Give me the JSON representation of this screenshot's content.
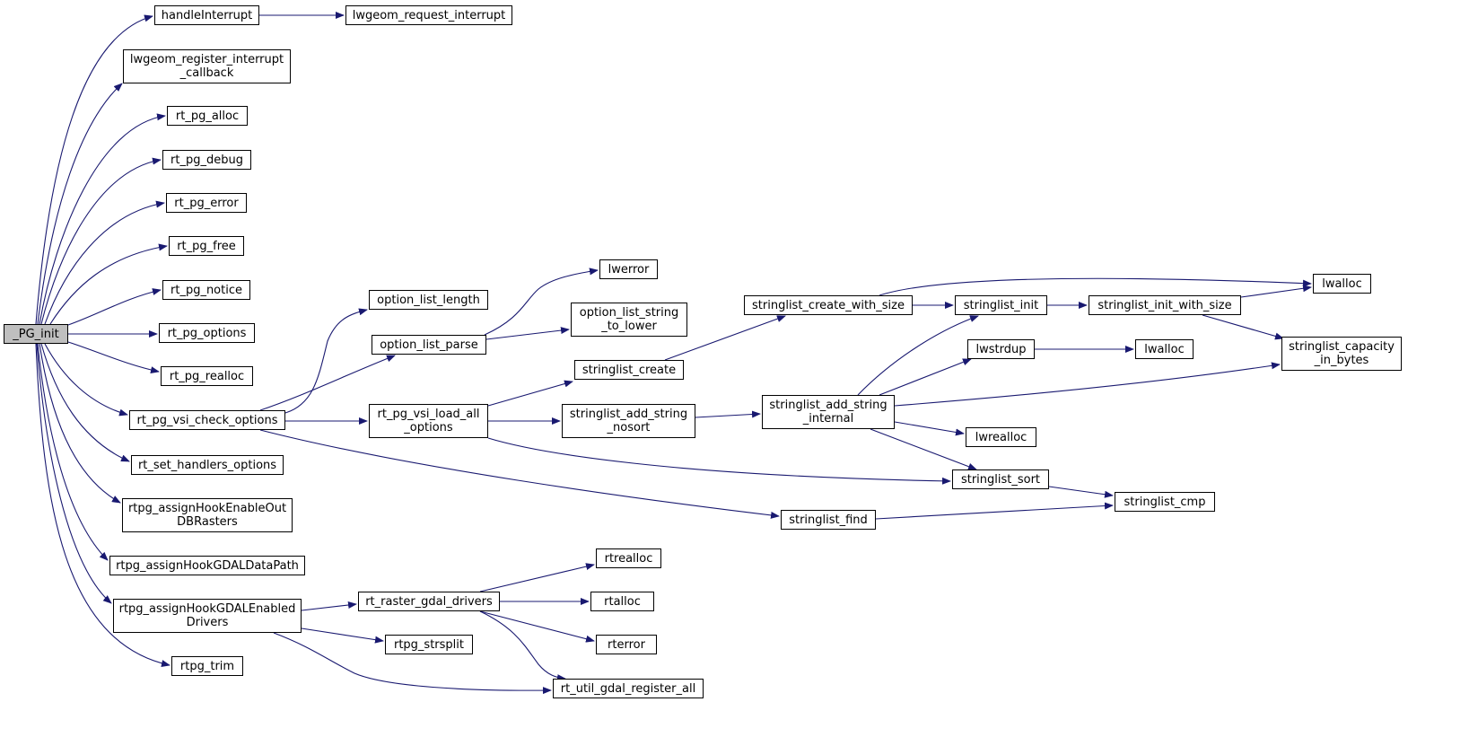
{
  "colors": {
    "edge": "#191970",
    "node_border": "#000000",
    "root_fill": "#bfbfbf",
    "node_fill": "#ffffff"
  },
  "nodes": {
    "pg_init": "_PG_init",
    "handleInterrupt": "handleInterrupt",
    "lwgeom_request_interrupt": "lwgeom_request_interrupt",
    "lwgeom_register_interrupt_callback": [
      "lwgeom_register_interrupt",
      "_callback"
    ],
    "rt_pg_alloc": "rt_pg_alloc",
    "rt_pg_debug": "rt_pg_debug",
    "rt_pg_error": "rt_pg_error",
    "rt_pg_free": "rt_pg_free",
    "rt_pg_notice": "rt_pg_notice",
    "rt_pg_options": "rt_pg_options",
    "rt_pg_realloc": "rt_pg_realloc",
    "rt_pg_vsi_check_options": "rt_pg_vsi_check_options",
    "rt_set_handlers_options": "rt_set_handlers_options",
    "rtpg_assignHookEnableOutDBRasters": [
      "rtpg_assignHookEnableOut",
      "DBRasters"
    ],
    "rtpg_assignHookGDALDataPath": "rtpg_assignHookGDALDataPath",
    "rtpg_assignHookGDALEnabledDrivers": [
      "rtpg_assignHookGDALEnabled",
      "Drivers"
    ],
    "rtpg_trim": "rtpg_trim",
    "option_list_length": "option_list_length",
    "option_list_parse": "option_list_parse",
    "rt_pg_vsi_load_all_options": [
      "rt_pg_vsi_load_all",
      "_options"
    ],
    "lwerror": "lwerror",
    "option_list_string_to_lower": [
      "option_list_string",
      "_to_lower"
    ],
    "stringlist_create": "stringlist_create",
    "stringlist_add_string_nosort": [
      "stringlist_add_string",
      "_nosort"
    ],
    "stringlist_create_with_size": "stringlist_create_with_size",
    "stringlist_add_string_internal": [
      "stringlist_add_string",
      "_internal"
    ],
    "stringlist_init": "stringlist_init",
    "stringlist_init_with_size": "stringlist_init_with_size",
    "lwalloc_top": "lwalloc",
    "lwstrdup": "lwstrdup",
    "lwalloc_mid": "lwalloc",
    "stringlist_capacity_in_bytes": [
      "stringlist_capacity",
      "_in_bytes"
    ],
    "lwrealloc": "lwrealloc",
    "stringlist_sort": "stringlist_sort",
    "stringlist_cmp": "stringlist_cmp",
    "stringlist_find": "stringlist_find",
    "rt_raster_gdal_drivers": "rt_raster_gdal_drivers",
    "rtrealloc": "rtrealloc",
    "rtalloc": "rtalloc",
    "rterror": "rterror",
    "rtpg_strsplit": "rtpg_strsplit",
    "rt_util_gdal_register_all": "rt_util_gdal_register_all"
  },
  "edges": [
    [
      "pg_init",
      "handleInterrupt"
    ],
    [
      "handleInterrupt",
      "lwgeom_request_interrupt"
    ],
    [
      "pg_init",
      "lwgeom_register_interrupt_callback"
    ],
    [
      "pg_init",
      "rt_pg_alloc"
    ],
    [
      "pg_init",
      "rt_pg_debug"
    ],
    [
      "pg_init",
      "rt_pg_error"
    ],
    [
      "pg_init",
      "rt_pg_free"
    ],
    [
      "pg_init",
      "rt_pg_notice"
    ],
    [
      "pg_init",
      "rt_pg_options"
    ],
    [
      "pg_init",
      "rt_pg_realloc"
    ],
    [
      "pg_init",
      "rt_pg_vsi_check_options"
    ],
    [
      "pg_init",
      "rt_set_handlers_options"
    ],
    [
      "pg_init",
      "rtpg_assignHookEnableOutDBRasters"
    ],
    [
      "pg_init",
      "rtpg_assignHookGDALDataPath"
    ],
    [
      "pg_init",
      "rtpg_assignHookGDALEnabledDrivers"
    ],
    [
      "pg_init",
      "rtpg_trim"
    ],
    [
      "rt_pg_vsi_check_options",
      "option_list_length"
    ],
    [
      "rt_pg_vsi_check_options",
      "option_list_parse"
    ],
    [
      "rt_pg_vsi_check_options",
      "rt_pg_vsi_load_all_options"
    ],
    [
      "rt_pg_vsi_check_options",
      "stringlist_find"
    ],
    [
      "option_list_parse",
      "lwerror"
    ],
    [
      "option_list_parse",
      "option_list_string_to_lower"
    ],
    [
      "rt_pg_vsi_load_all_options",
      "stringlist_create"
    ],
    [
      "rt_pg_vsi_load_all_options",
      "stringlist_add_string_nosort"
    ],
    [
      "rt_pg_vsi_load_all_options",
      "stringlist_sort"
    ],
    [
      "stringlist_create",
      "stringlist_create_with_size"
    ],
    [
      "stringlist_create_with_size",
      "lwalloc_top"
    ],
    [
      "stringlist_create_with_size",
      "stringlist_init"
    ],
    [
      "stringlist_init",
      "stringlist_init_with_size"
    ],
    [
      "stringlist_init_with_size",
      "lwalloc_top"
    ],
    [
      "stringlist_init_with_size",
      "stringlist_capacity_in_bytes"
    ],
    [
      "stringlist_add_string_nosort",
      "stringlist_add_string_internal"
    ],
    [
      "stringlist_add_string_internal",
      "stringlist_init"
    ],
    [
      "stringlist_add_string_internal",
      "lwstrdup"
    ],
    [
      "lwstrdup",
      "lwalloc_mid"
    ],
    [
      "stringlist_add_string_internal",
      "stringlist_capacity_in_bytes"
    ],
    [
      "stringlist_add_string_internal",
      "lwrealloc"
    ],
    [
      "stringlist_add_string_internal",
      "stringlist_sort"
    ],
    [
      "stringlist_sort",
      "stringlist_cmp"
    ],
    [
      "stringlist_find",
      "stringlist_cmp"
    ],
    [
      "rtpg_assignHookGDALEnabledDrivers",
      "rt_raster_gdal_drivers"
    ],
    [
      "rtpg_assignHookGDALEnabledDrivers",
      "rtpg_strsplit"
    ],
    [
      "rtpg_assignHookGDALEnabledDrivers",
      "rt_util_gdal_register_all"
    ],
    [
      "rt_raster_gdal_drivers",
      "rtrealloc"
    ],
    [
      "rt_raster_gdal_drivers",
      "rtalloc"
    ],
    [
      "rt_raster_gdal_drivers",
      "rterror"
    ],
    [
      "rt_raster_gdal_drivers",
      "rt_util_gdal_register_all"
    ]
  ]
}
